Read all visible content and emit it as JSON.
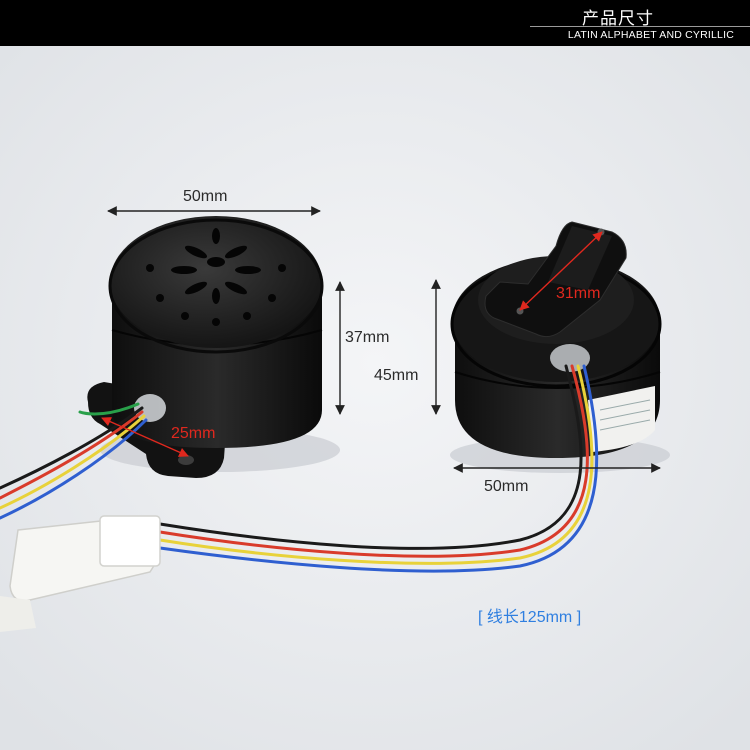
{
  "header": {
    "title": "产品尺寸",
    "subtitle": "LATIN ALPHABET AND CYRILLIC"
  },
  "dimensions": {
    "left_width": "50mm",
    "left_height": "37mm",
    "left_mount": "25mm",
    "right_width": "50mm",
    "right_height": "45mm",
    "right_top": "31mm"
  },
  "cable_length": "[ 线长125mm ]",
  "colors": {
    "header_bg": "#000000",
    "measure_red": "#e0281e",
    "cable_label_blue": "#2f7fe0"
  }
}
